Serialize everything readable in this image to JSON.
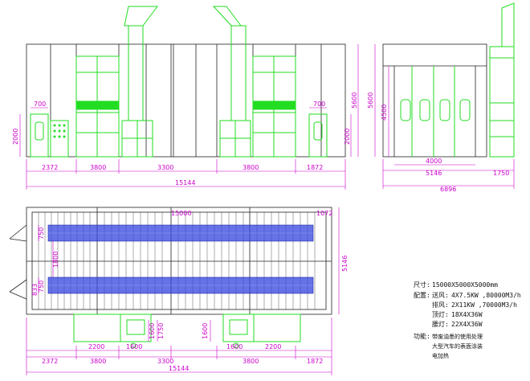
{
  "colors": {
    "outline": "#222222",
    "equipment": "#22dd22",
    "dimension": "#cc00cc",
    "lighting": "#3344dd"
  },
  "front_view": {
    "dims_bottom": [
      "2372",
      "3800",
      "3300",
      "3800",
      "1872"
    ],
    "total_width": "15144",
    "door_width_left": "700",
    "door_width_right": "700",
    "door_height_left": "2000",
    "door_height_right": "2000",
    "overall_height": "5600"
  },
  "side_view": {
    "inner_width": "4000",
    "outer_width": "5146",
    "unit_width": "1750",
    "total_width": "6896",
    "height_outer": "5600",
    "height_inner": "4500"
  },
  "plan_view": {
    "length_label": "15000",
    "corner_label": "1072",
    "width_label": "5146",
    "label_750_a": "750",
    "label_750_b": "750",
    "label_1800": "1800",
    "label_833": "833",
    "unit_dims": [
      "1600",
      "1750",
      "1600"
    ],
    "dims_mid": [
      "2200",
      "1600",
      "1600",
      "2200"
    ],
    "dims_bottom": [
      "2372",
      "3800",
      "3300",
      "3800",
      "1872"
    ],
    "total_width": "15144"
  },
  "specs": {
    "size_label": "尺寸:",
    "size_value": "15000X5000X5000mm",
    "config_label": "配置:",
    "supply_label": "送风:",
    "supply_value": "4X7.5KW ,80000M3/h",
    "exhaust_label": "排风:",
    "exhaust_value": "2X11KW ,70000M3/h",
    "top_light_label": "顶灯:",
    "top_light_value": "18X4X36W",
    "waist_light_label": "腰灯:",
    "waist_light_value": "22X4X36W",
    "function_label": "功能:",
    "function_lines": [
      "带废油墨的使用处理",
      "大型汽车的表面涂装",
      "电加热"
    ]
  }
}
